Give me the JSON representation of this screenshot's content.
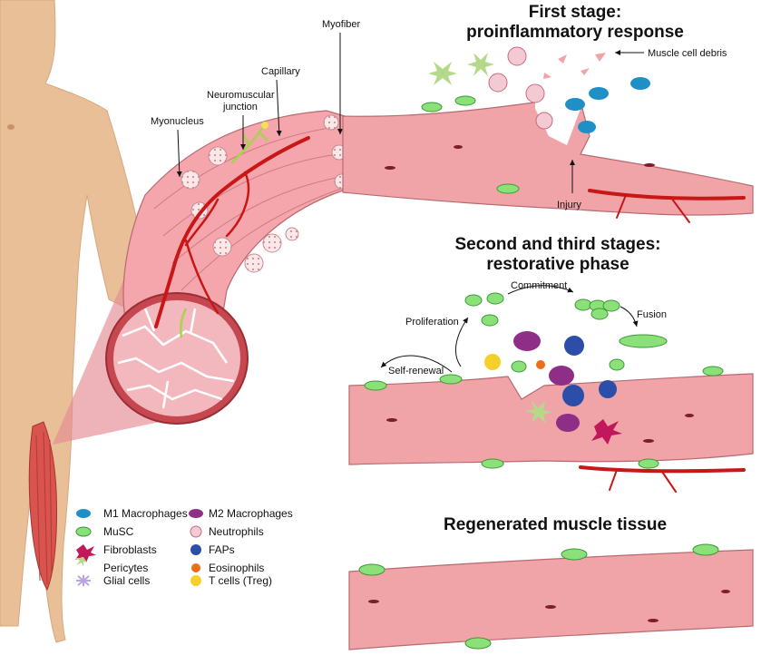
{
  "labels": {
    "myofiber": "Myofiber",
    "capillary": "Capillary",
    "neuromuscular_line1": "Neuromuscular",
    "neuromuscular_line2": "junction",
    "myonucleus": "Myonucleus",
    "muscle_cell_debris": "Muscle cell debris",
    "injury": "Injury",
    "commitment": "Commitment",
    "proliferation": "Proliferation",
    "fusion": "Fusion",
    "self_renewal": "Self-renewal"
  },
  "stages": {
    "first_line1": "First stage:",
    "first_line2": "proinflammatory response",
    "second_line1": "Second and third stages:",
    "second_line2": "restorative phase",
    "regenerated": "Regenerated muscle tissue"
  },
  "legend": [
    {
      "label": "M1 Macrophages",
      "icon": "m1-macrophage-icon",
      "color": "#1e8fc7"
    },
    {
      "label": "M2 Macrophages",
      "icon": "m2-macrophage-icon",
      "color": "#8e2e86"
    },
    {
      "label": "MuSC",
      "icon": "musc-icon",
      "color": "#6fd35e"
    },
    {
      "label": "Neutrophils",
      "icon": "neutrophil-icon",
      "color": "#f3c9d3"
    },
    {
      "label": "Fibroblasts",
      "icon": "fibroblast-icon",
      "color": "#c2185b"
    },
    {
      "label": "FAPs",
      "icon": "fap-icon",
      "color": "#2c4ea8"
    },
    {
      "label": "Pericytes",
      "icon": "pericyte-icon",
      "color": "#b5d98a"
    },
    {
      "label": "Eosinophils",
      "icon": "eosinophil-icon",
      "color": "#ef6c1a"
    },
    {
      "label": "Glial cells",
      "icon": "glial-cell-icon",
      "color": "#b9a3e3"
    },
    {
      "label": "T cells (Treg)",
      "icon": "t-cell-icon",
      "color": "#f5d02a"
    }
  ]
}
